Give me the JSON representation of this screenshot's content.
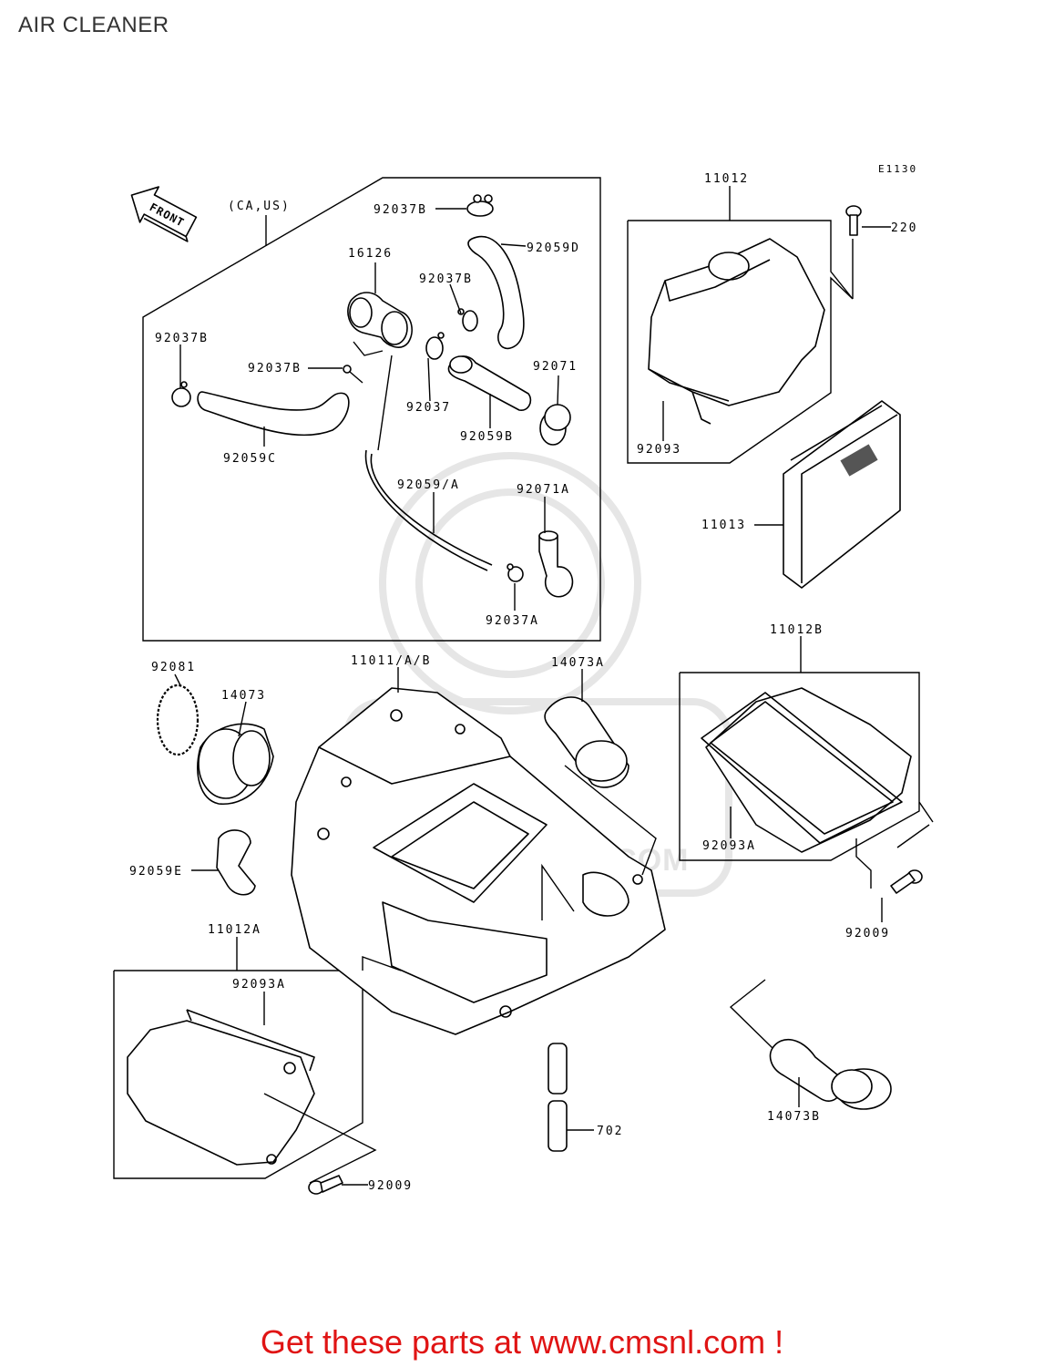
{
  "title": "AIR CLEANER",
  "footer": "Get these parts at www.cmsnl.com !",
  "watermark": "WWW.CMSNL.COM",
  "diagram_code": "E1130",
  "front_label": "FRONT",
  "region_note": "(CA,US)",
  "parts": {
    "p92037B_top": "92037B",
    "p92059D": "92059D",
    "p16126": "16126",
    "p92037B_mid": "92037B",
    "p92037B_left": "92037B",
    "p92037B_hose": "92037B",
    "p92071": "92071",
    "p92037": "92037",
    "p92059B": "92059B",
    "p92059C": "92059C",
    "p92059A": "92059/A",
    "p92071A": "92071A",
    "p92037A": "92037A",
    "p11012": "11012",
    "p220": "220",
    "p92093": "92093",
    "p11013": "11013",
    "p92081": "92081",
    "p14073": "14073",
    "p11011": "11011/A/B",
    "p14073A": "14073A",
    "p11012B": "11012B",
    "p92093A_right": "92093A",
    "p92059E": "92059E",
    "p92009_right": "92009",
    "p11012A": "11012A",
    "p92093A_left": "92093A",
    "p14073B": "14073B",
    "p702": "702",
    "p92009_left": "92009"
  }
}
